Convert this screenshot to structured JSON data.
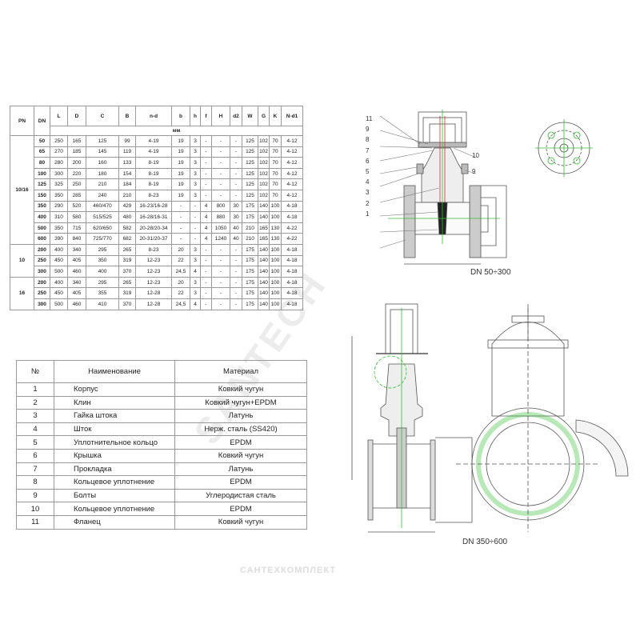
{
  "dims_table": {
    "headers": [
      "PN",
      "DN",
      "L",
      "D",
      "C",
      "B",
      "n-d",
      "b",
      "h",
      "f",
      "H",
      "d2",
      "W",
      "G",
      "K",
      "N-d1"
    ],
    "unit": "мм",
    "groups": [
      {
        "pn": "10/16",
        "rows": [
          [
            "50",
            "250",
            "165",
            "125",
            "99",
            "4-19",
            "19",
            "3",
            "-",
            "-",
            "-",
            "125",
            "102",
            "70",
            "4-12"
          ],
          [
            "65",
            "270",
            "185",
            "145",
            "119",
            "4-19",
            "19",
            "3",
            "-",
            "-",
            "-",
            "125",
            "102",
            "70",
            "4-12"
          ],
          [
            "80",
            "280",
            "200",
            "160",
            "133",
            "8-19",
            "19",
            "3",
            "-",
            "-",
            "-",
            "125",
            "102",
            "70",
            "4-12"
          ],
          [
            "100",
            "300",
            "220",
            "180",
            "154",
            "8-19",
            "19",
            "3",
            "-",
            "-",
            "-",
            "125",
            "102",
            "70",
            "4-12"
          ],
          [
            "125",
            "325",
            "250",
            "210",
            "184",
            "8-19",
            "19",
            "3",
            "-",
            "-",
            "-",
            "125",
            "102",
            "70",
            "4-12"
          ],
          [
            "150",
            "350",
            "285",
            "240",
            "210",
            "8-23",
            "19",
            "3",
            "-",
            "-",
            "-",
            "125",
            "102",
            "70",
            "4-12"
          ],
          [
            "350",
            "290",
            "520",
            "460/470",
            "429",
            "16-23/16-28",
            "-",
            "-",
            "4",
            "800",
            "30",
            "175",
            "140",
            "100",
            "4-18"
          ],
          [
            "400",
            "310",
            "580",
            "515/525",
            "480",
            "16-28/16-31",
            "-",
            "-",
            "4",
            "880",
            "30",
            "175",
            "140",
            "100",
            "4-18"
          ],
          [
            "500",
            "350",
            "715",
            "620/650",
            "582",
            "20-28/20-34",
            "-",
            "-",
            "4",
            "1050",
            "40",
            "210",
            "165",
            "130",
            "4-22"
          ],
          [
            "600",
            "390",
            "840",
            "725/770",
            "682",
            "20-31/20-37",
            "-",
            "-",
            "4",
            "1240",
            "40",
            "210",
            "165",
            "130",
            "4-22"
          ]
        ]
      },
      {
        "pn": "10",
        "rows": [
          [
            "200",
            "400",
            "340",
            "295",
            "265",
            "8-23",
            "20",
            "3",
            "-",
            "-",
            "-",
            "175",
            "140",
            "100",
            "4-18"
          ],
          [
            "250",
            "450",
            "405",
            "350",
            "319",
            "12-23",
            "22",
            "3",
            "-",
            "-",
            "-",
            "175",
            "140",
            "100",
            "4-18"
          ],
          [
            "300",
            "500",
            "460",
            "400",
            "370",
            "12-23",
            "24,5",
            "4",
            "-",
            "-",
            "-",
            "175",
            "140",
            "100",
            "4-18"
          ]
        ]
      },
      {
        "pn": "16",
        "rows": [
          [
            "200",
            "400",
            "340",
            "295",
            "265",
            "12-23",
            "20",
            "3",
            "-",
            "-",
            "-",
            "175",
            "140",
            "100",
            "4-18"
          ],
          [
            "250",
            "450",
            "405",
            "355",
            "319",
            "12-28",
            "22",
            "3",
            "-",
            "-",
            "-",
            "175",
            "140",
            "100",
            "4-18"
          ],
          [
            "300",
            "500",
            "460",
            "410",
            "370",
            "12-28",
            "24,5",
            "4",
            "-",
            "-",
            "-",
            "175",
            "140",
            "100",
            "4-18"
          ]
        ]
      }
    ]
  },
  "materials_table": {
    "headers": [
      "№",
      "Наименование",
      "Материал"
    ],
    "rows": [
      [
        "1",
        "Корпус",
        "Ковкий чугун"
      ],
      [
        "2",
        "Клин",
        "Ковкий чугун+EPDM"
      ],
      [
        "3",
        "Гайка штока",
        "Латунь"
      ],
      [
        "4",
        "Шток",
        "Нерж. сталь (SS420)"
      ],
      [
        "5",
        "Уплотнительное кольцо",
        "EPDM"
      ],
      [
        "6",
        "Крышка",
        "Ковкий чугун"
      ],
      [
        "7",
        "Прокладка",
        "Латунь"
      ],
      [
        "8",
        "Кольцевое уплотнение",
        "EPDM"
      ],
      [
        "9",
        "Болты",
        "Углеродистая сталь"
      ],
      [
        "10",
        "Кольцевое уплотнение",
        "EPDM"
      ],
      [
        "11",
        "Фланец",
        "Ковкий чугун"
      ]
    ]
  },
  "drawings": {
    "small_caption": "DN 50÷300",
    "large_caption": "DN 350÷600",
    "callouts": [
      "11",
      "9",
      "8",
      "7",
      "6",
      "5",
      "4",
      "3",
      "2",
      "1",
      "10",
      "9"
    ]
  },
  "watermark": "SANTECH",
  "footer_logo": "САНТЕХКОМПЛЕКТ"
}
